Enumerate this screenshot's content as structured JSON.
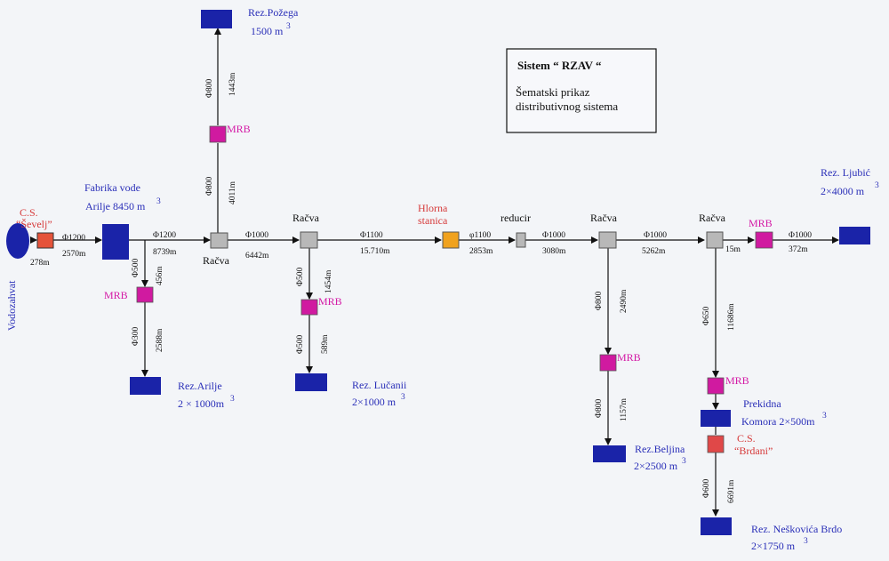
{
  "legend": {
    "title": "Sistem “ RZAV “",
    "line1": "Šematski  prikaz",
    "line2": "distributivnog sistema"
  },
  "nodes": {
    "vodozahvat": "Vodozahvat",
    "cs_sevelj_1": "C.S.",
    "cs_sevelj_2": "“Ševelj”",
    "fabrika_1": "Fabrika vode",
    "fabrika_2": "Arilje 8450 m",
    "fabrika_exp": "3",
    "racva_1": "Račva",
    "racva_2": "Račva",
    "racva_3": "Račva",
    "racva_4": "Račva",
    "hlorna_1": "Hlorna",
    "hlorna_2": "stanica",
    "reducir": "reducir",
    "mrb": "MRB",
    "rez_pozega_1": "Rez.Požega",
    "rez_pozega_2": "1500 m",
    "rez_pozega_exp": "3",
    "rez_arilje_1": "Rez.Arilje",
    "rez_arilje_2": "2 × 1000m",
    "rez_arilje_exp": "3",
    "rez_lucani_1": "Rez. Lučanii",
    "rez_lucani_2": "2×1000 m",
    "rez_lucani_exp": "3",
    "rez_beljina_1": "Rez.Beljina",
    "rez_beljina_2": "2×2500 m",
    "rez_beljina_exp": "3",
    "rez_ljubic_1": "Rez. Ljubić",
    "rez_ljubic_2": "2×4000 m",
    "rez_ljubic_exp": "3",
    "prekidna_1": "Prekidna",
    "prekidna_2": "Komora 2×500m",
    "prekidna_exp": "3",
    "cs_brdani_1": "C.S.",
    "cs_brdani_2": "“Brdani”",
    "rez_neskovica_1": "Rez. Neškovića Brdo",
    "rez_neskovica_2": "2×1750 m",
    "rez_neskovica_exp": "3"
  },
  "pipes": {
    "p_278": "278m",
    "p_1200a": "Φ1200",
    "p_2570": "2570m",
    "p_1200b": "Φ1200",
    "p_8739": "8739m",
    "p_1000a": "Φ1000",
    "p_6442": "6442m",
    "p_1100a": "Φ1100",
    "p_15710": "15.710m",
    "p_1100b": "φ1100",
    "p_2853": "2853m",
    "p_1000b": "Φ1000",
    "p_3080": "3080m",
    "p_1000c": "Φ1000",
    "p_5262": "5262m",
    "p_15": "15m",
    "p_1000d": "Φ1000",
    "p_372": "372m",
    "p_800_top": "Φ800",
    "p_1443": "1443m",
    "p_800_mid": "Φ800",
    "p_4011": "4011m",
    "p_500a": "Φ500",
    "p_456": "456m",
    "p_300": "Φ300",
    "p_2588": "2588m",
    "p_500b": "Φ500",
    "p_1454": "1454m",
    "p_500c": "Φ500",
    "p_589": "589m",
    "p_800b": "Φ800",
    "p_2490": "2490m",
    "p_800c": "Φ800",
    "p_1157": "1157m",
    "p_650": "Φ650",
    "p_11686": "11686m",
    "p_600": "Φ600",
    "p_6691": "6691m"
  },
  "colors": {
    "reservoir": "#1a23a8",
    "mrb": "#d01aa0",
    "pump_station": "#e5533a",
    "chlorine_station": "#f0a21e",
    "junction": "#b8b8b8",
    "label_blue": "#2a2fb8",
    "label_magenta": "#d41aa6",
    "label_red": "#d63a3a"
  }
}
